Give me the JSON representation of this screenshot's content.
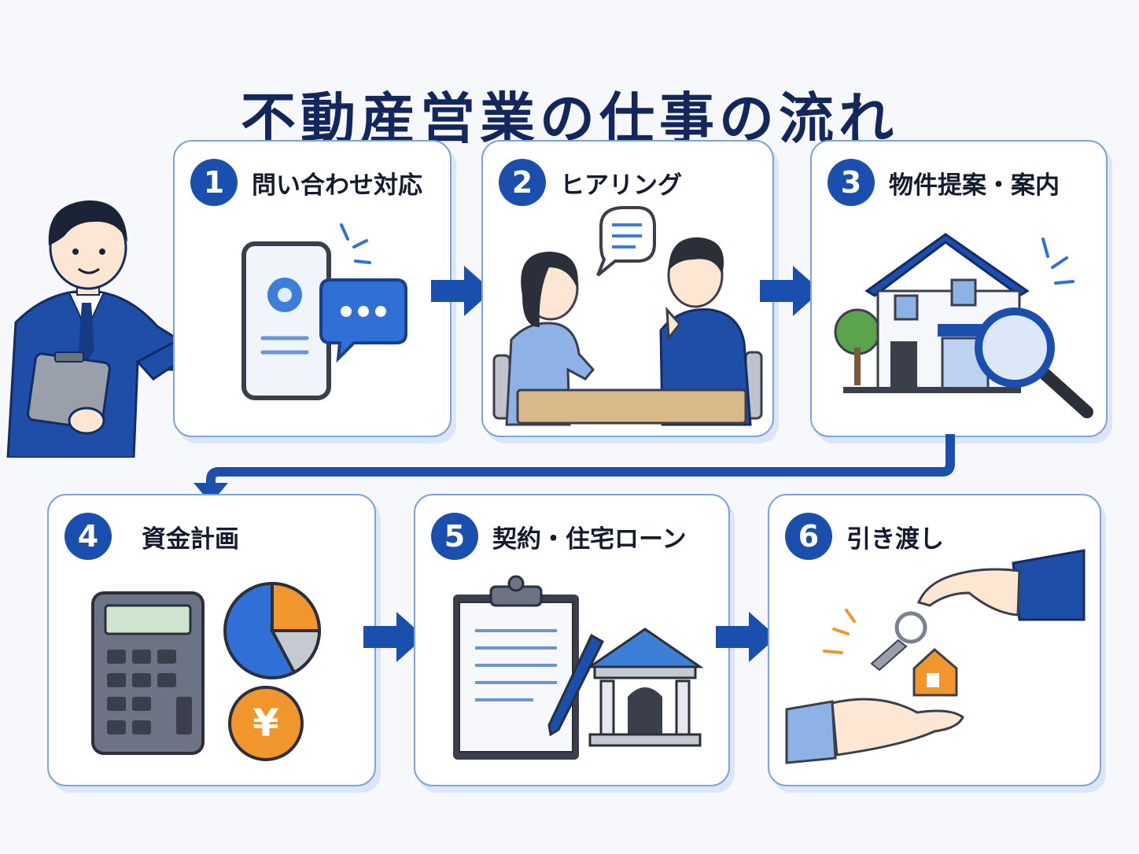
{
  "title": "不動産営業の仕事の流れ",
  "colors": {
    "navy": "#14275c",
    "primary": "#1a4fae",
    "accent_orange": "#f0962d",
    "card_border": "#7ea3dc"
  },
  "steps": [
    {
      "number": "1",
      "label": "問い合わせ対応",
      "icon": "smartphone-chat-icon"
    },
    {
      "number": "2",
      "label": "ヒアリング",
      "icon": "meeting-icon"
    },
    {
      "number": "3",
      "label": "物件提案・案内",
      "icon": "house-search-icon"
    },
    {
      "number": "4",
      "label": "資金計画",
      "icon": "calculator-chart-icon"
    },
    {
      "number": "5",
      "label": "契約・住宅ローン",
      "icon": "contract-bank-icon"
    },
    {
      "number": "6",
      "label": "引き渡し",
      "icon": "key-handover-icon"
    }
  ],
  "decorations": {
    "salesperson": "salesperson-illustration",
    "yen_symbol": "¥"
  }
}
